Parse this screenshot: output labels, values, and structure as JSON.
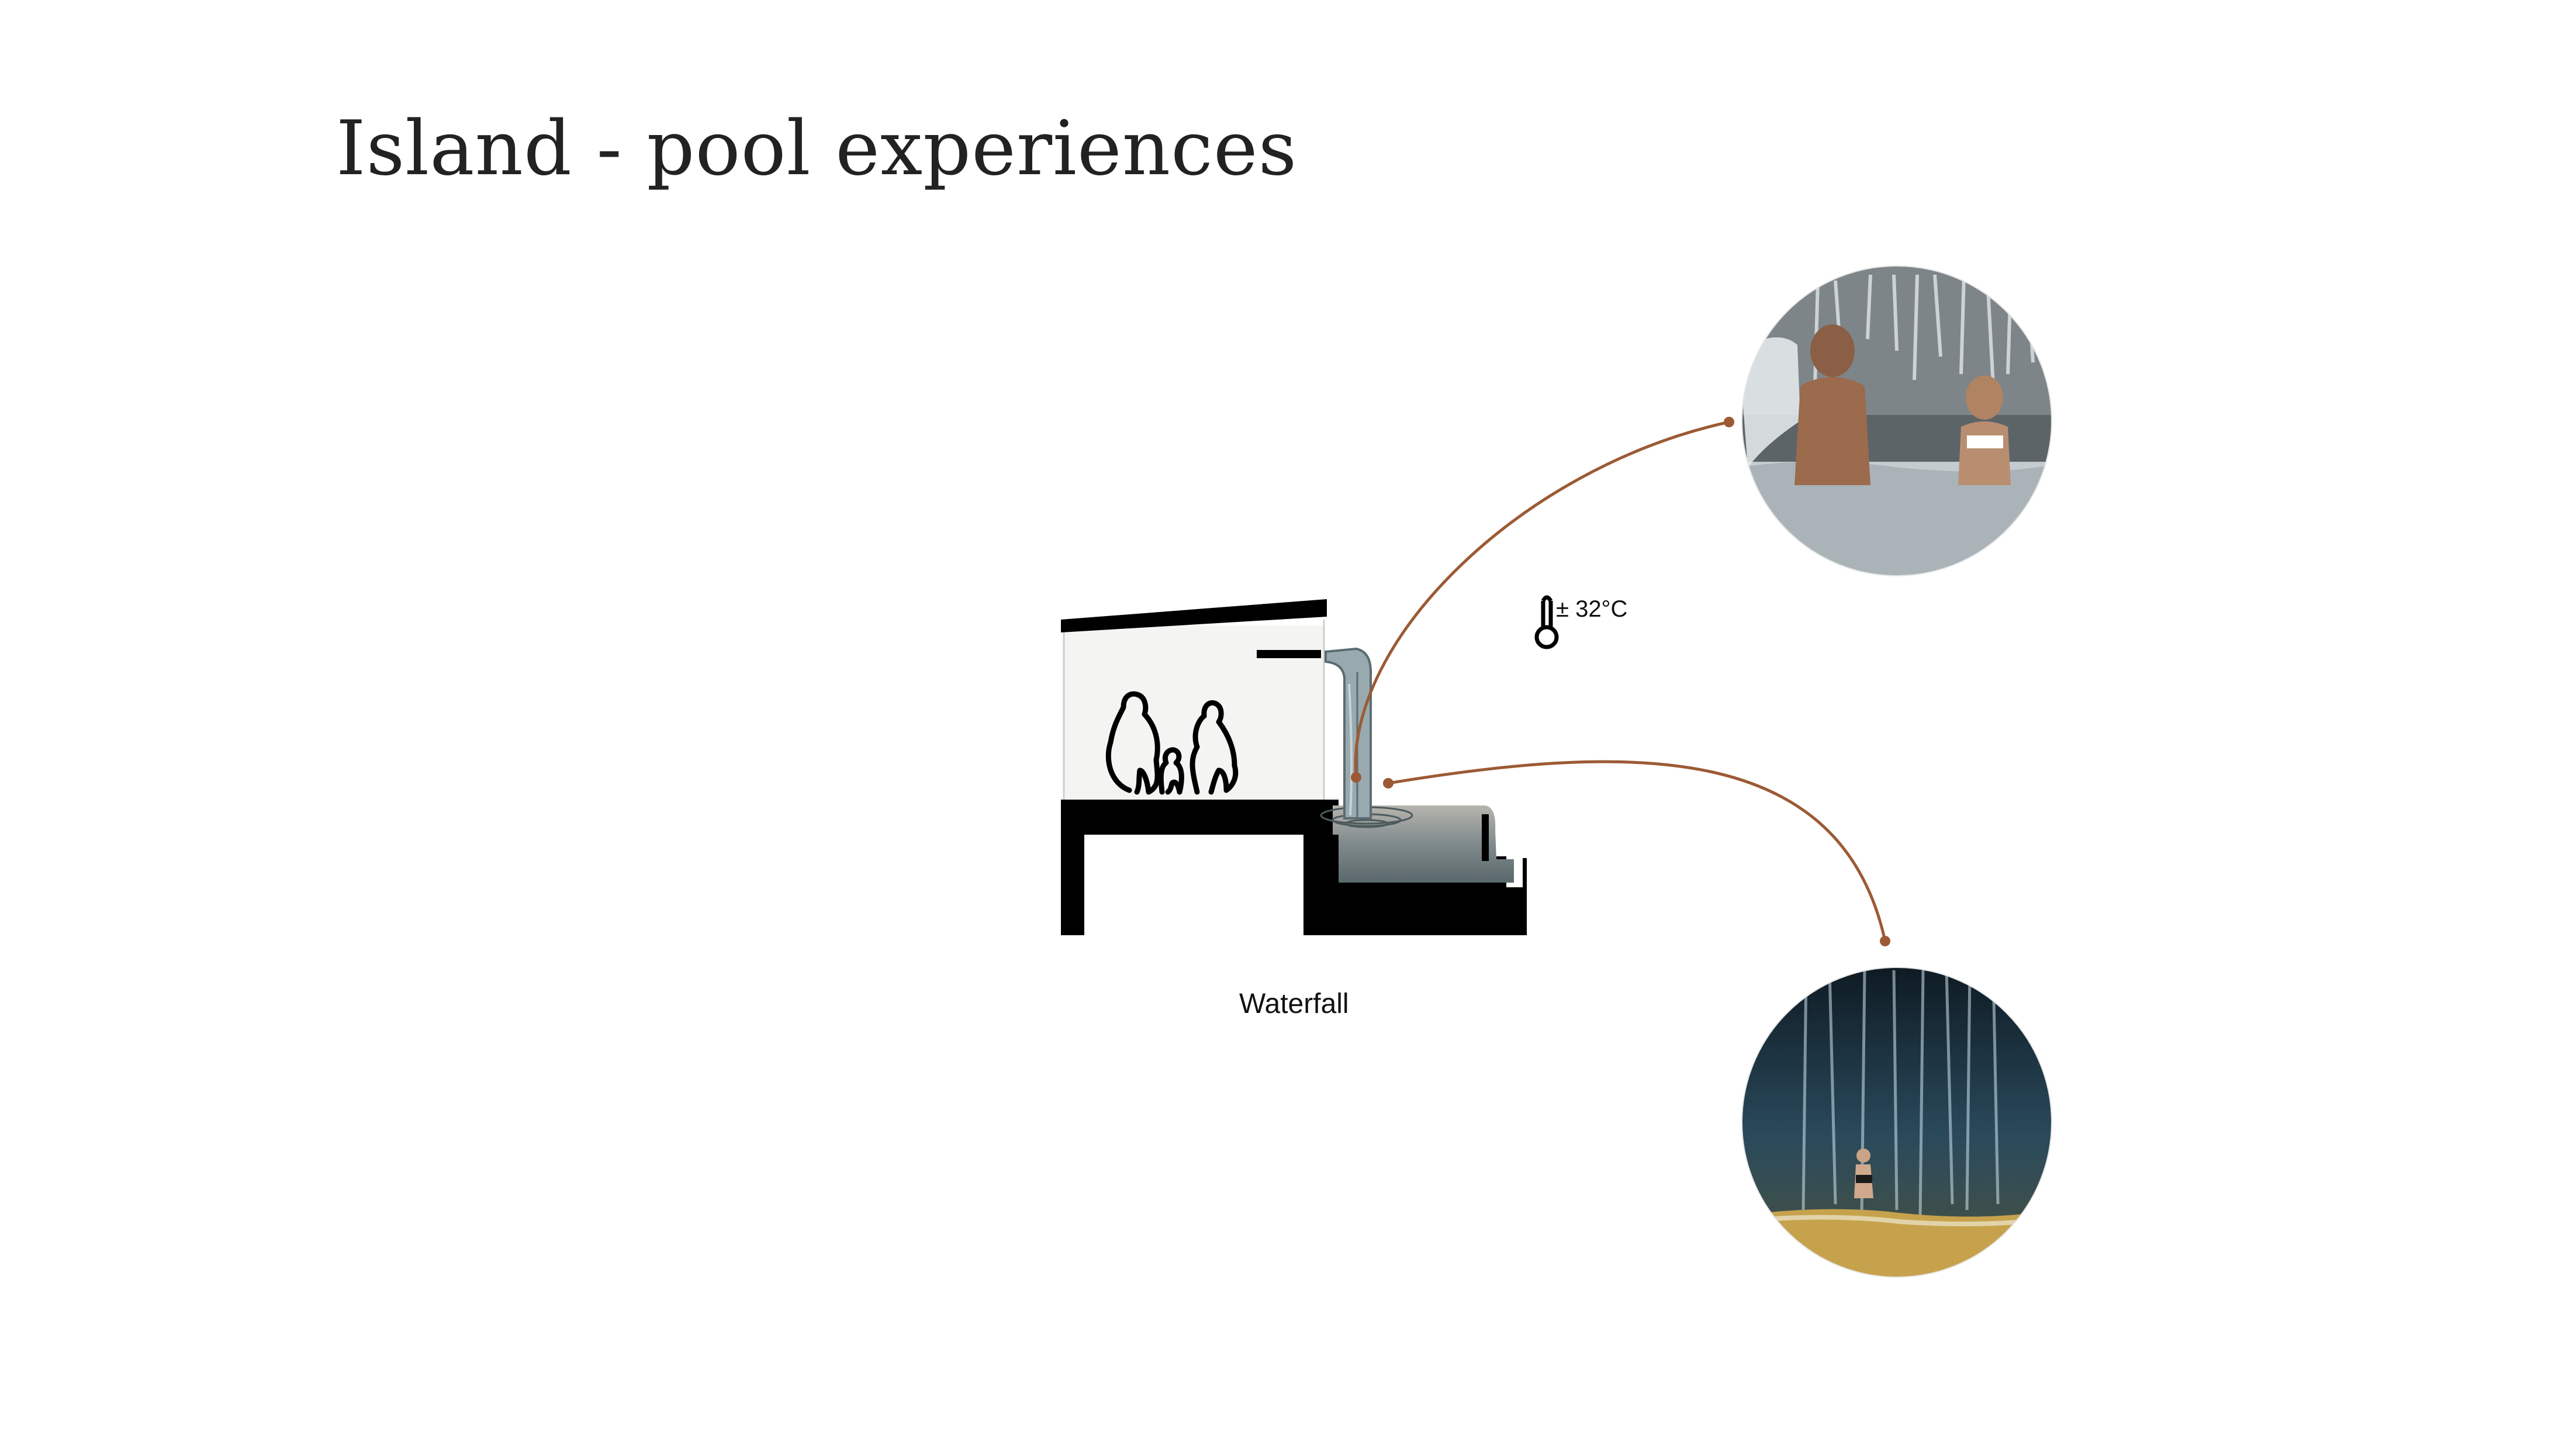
{
  "title": "Island - pool experiences",
  "diagram": {
    "caption": "Waterfall",
    "temperature": "± 32°C",
    "icons": [
      "thermometer-icon"
    ],
    "colors": {
      "connector": "#9c5a34",
      "structure": "#000000",
      "water": "#8fa0a6",
      "room_fill": "#f4f4f2"
    }
  },
  "photos": [
    {
      "name": "photo-waterfall-shower"
    },
    {
      "name": "photo-natural-waterfall"
    }
  ]
}
